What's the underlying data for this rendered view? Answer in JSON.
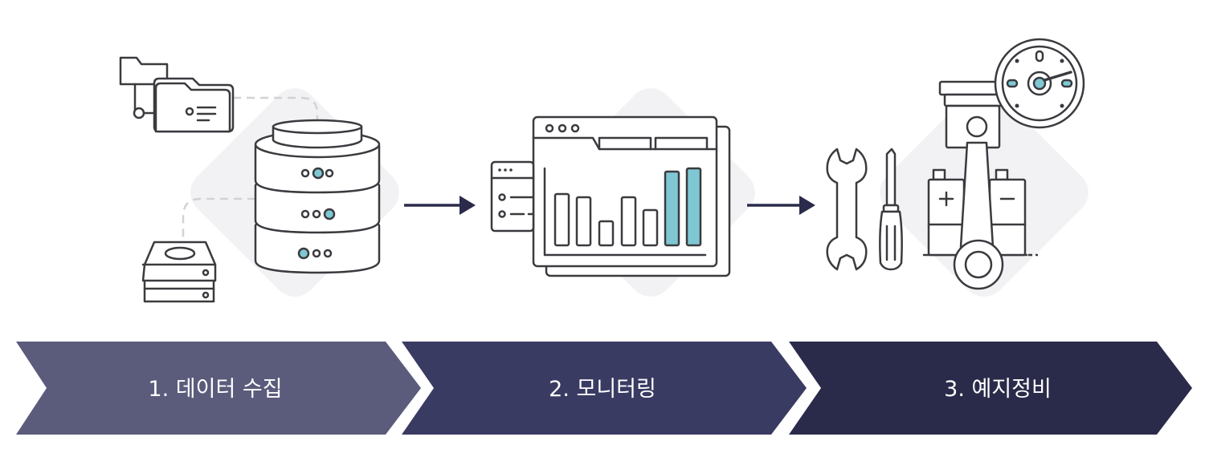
{
  "steps": [
    {
      "label": "1.  데이터 수집",
      "color": "#5b5b7c"
    },
    {
      "label": "2. 모니터링",
      "color": "#3a3b63"
    },
    {
      "label": "3. 예지정비",
      "color": "#2a2b4a"
    }
  ],
  "colors": {
    "line": "#3a3a3f",
    "accent": "#7fc7d3",
    "arrow": "#2a2b4a",
    "background_shape": "#f2f2f4"
  },
  "icons": {
    "data_collection": [
      "folder-icon",
      "database-server-icon",
      "hard-drive-icon"
    ],
    "monitoring": [
      "dashboard-window-icon",
      "bar-chart-icon"
    ],
    "predictive_maintenance": [
      "wrench-icon",
      "screwdriver-icon",
      "battery-icon",
      "gauge-icon",
      "piston-icon"
    ]
  }
}
